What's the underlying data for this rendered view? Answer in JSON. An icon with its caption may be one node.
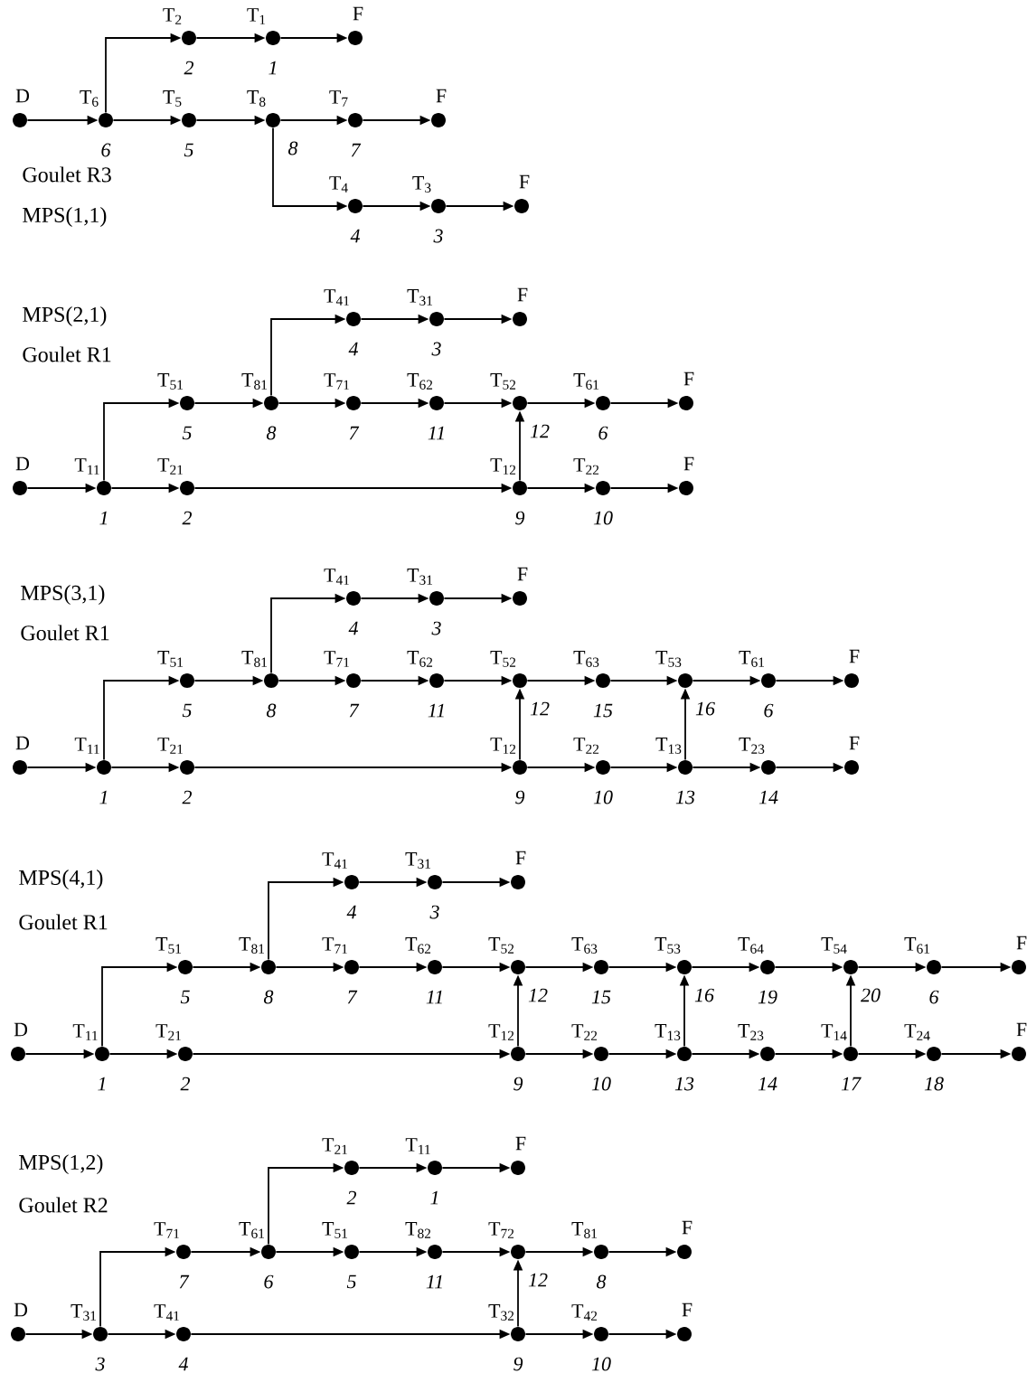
{
  "diagram": {
    "nodes": [
      {
        "text": [],
        "shape": "circle",
        "beside": [
          "D"
        ]
      },
      {
        "text": [],
        "shape": "circle",
        "beside": [
          "6"
        ]
      },
      {
        "text": [],
        "shape": "circle",
        "beside": [
          "2"
        ]
      },
      {
        "text": [],
        "shape": "circle",
        "beside": [
          "1"
        ]
      },
      {
        "text": [],
        "shape": "circle",
        "beside": [
          "F"
        ]
      },
      {
        "text": [],
        "shape": "circle",
        "beside": [
          "5"
        ]
      },
      {
        "text": [],
        "shape": "circle",
        "beside": [
          "8"
        ]
      },
      {
        "text": [],
        "shape": "circle",
        "beside": [
          "7"
        ]
      },
      {
        "text": [],
        "shape": "circle",
        "beside": [
          "F"
        ]
      },
      {
        "text": [],
        "shape": "circle",
        "beside": [
          "4"
        ]
      },
      {
        "text": [],
        "shape": "circle",
        "beside": [
          "3"
        ]
      },
      {
        "text": [],
        "shape": "circle",
        "beside": [
          "F"
        ]
      },
      {
        "text": [],
        "shape": "circle",
        "beside": [
          "D"
        ]
      },
      {
        "text": [],
        "shape": "circle",
        "beside": [
          "1"
        ]
      },
      {
        "text": [],
        "shape": "circle",
        "beside": [
          "2"
        ]
      },
      {
        "text": [],
        "shape": "circle",
        "beside": [
          "9"
        ]
      },
      {
        "text": [],
        "shape": "circle",
        "beside": [
          "10"
        ]
      },
      {
        "text": [],
        "shape": "circle",
        "beside": [
          "F"
        ]
      },
      {
        "text": [],
        "shape": "circle",
        "beside": [
          "5"
        ]
      },
      {
        "text": [],
        "shape": "circle",
        "beside": [
          "8"
        ]
      },
      {
        "text": [],
        "shape": "circle",
        "beside": [
          "7"
        ]
      },
      {
        "text": [],
        "shape": "circle",
        "beside": [
          "11"
        ]
      },
      {
        "text": [],
        "shape": "circle",
        "beside": [
          "12"
        ]
      },
      {
        "text": [],
        "shape": "circle",
        "beside": [
          "6"
        ]
      },
      {
        "text": [],
        "shape": "circle",
        "beside": [
          "F"
        ]
      },
      {
        "text": [],
        "shape": "circle",
        "beside": [
          "4"
        ]
      },
      {
        "text": [],
        "shape": "circle",
        "beside": [
          "3"
        ]
      },
      {
        "text": [],
        "shape": "circle",
        "beside": [
          "F"
        ]
      },
      {
        "text": [],
        "shape": "circle",
        "beside": [
          "D"
        ]
      },
      {
        "text": [],
        "shape": "circle",
        "beside": [
          "1"
        ]
      },
      {
        "text": [],
        "shape": "circle",
        "beside": [
          "2"
        ]
      },
      {
        "text": [],
        "shape": "circle",
        "beside": [
          "9"
        ]
      },
      {
        "text": [],
        "shape": "circle",
        "beside": [
          "10"
        ]
      },
      {
        "text": [],
        "shape": "circle",
        "beside": [
          "13"
        ]
      },
      {
        "text": [],
        "shape": "circle",
        "beside": [
          "14"
        ]
      },
      {
        "text": [],
        "shape": "circle",
        "beside": [
          "F"
        ]
      },
      {
        "text": [],
        "shape": "circle",
        "beside": [
          "5"
        ]
      },
      {
        "text": [],
        "shape": "circle",
        "beside": [
          "8"
        ]
      },
      {
        "text": [],
        "shape": "circle",
        "beside": [
          "7"
        ]
      },
      {
        "text": [],
        "shape": "circle",
        "beside": [
          "11"
        ]
      },
      {
        "text": [],
        "shape": "circle",
        "beside": [
          "12"
        ]
      },
      {
        "text": [],
        "shape": "circle",
        "beside": [
          "15"
        ]
      },
      {
        "text": [],
        "shape": "circle",
        "beside": [
          "16"
        ]
      },
      {
        "text": [],
        "shape": "circle",
        "beside": [
          "6"
        ]
      },
      {
        "text": [],
        "shape": "circle",
        "beside": [
          "F"
        ]
      },
      {
        "text": [],
        "shape": "circle",
        "beside": [
          "4"
        ]
      },
      {
        "text": [],
        "shape": "circle",
        "beside": [
          "3"
        ]
      },
      {
        "text": [],
        "shape": "circle",
        "beside": [
          "F"
        ]
      },
      {
        "text": [],
        "shape": "circle",
        "beside": [
          "D"
        ]
      },
      {
        "text": [],
        "shape": "circle",
        "beside": [
          "1"
        ]
      },
      {
        "text": [],
        "shape": "circle",
        "beside": [
          "2"
        ]
      },
      {
        "text": [],
        "shape": "circle",
        "beside": [
          "9"
        ]
      },
      {
        "text": [],
        "shape": "circle",
        "beside": [
          "10"
        ]
      },
      {
        "text": [],
        "shape": "circle",
        "beside": [
          "13"
        ]
      },
      {
        "text": [],
        "shape": "circle",
        "beside": [
          "14"
        ]
      },
      {
        "text": [],
        "shape": "circle",
        "beside": [
          "17"
        ]
      },
      {
        "text": [],
        "shape": "circle",
        "beside": [
          "18"
        ]
      },
      {
        "text": [],
        "shape": "circle",
        "beside": [
          "F"
        ]
      },
      {
        "text": [],
        "shape": "circle",
        "beside": [
          "5"
        ]
      },
      {
        "text": [],
        "shape": "circle",
        "beside": [
          "8"
        ]
      },
      {
        "text": [],
        "shape": "circle",
        "beside": [
          "7"
        ]
      },
      {
        "text": [],
        "shape": "circle",
        "beside": [
          "11"
        ]
      },
      {
        "text": [],
        "shape": "circle",
        "beside": [
          "12"
        ]
      },
      {
        "text": [],
        "shape": "circle",
        "beside": [
          "15"
        ]
      },
      {
        "text": [],
        "shape": "circle",
        "beside": [
          "16"
        ]
      },
      {
        "text": [],
        "shape": "circle",
        "beside": [
          "19"
        ]
      },
      {
        "text": [],
        "shape": "circle",
        "beside": [
          "20"
        ]
      },
      {
        "text": [],
        "shape": "circle",
        "beside": [
          "6"
        ]
      },
      {
        "text": [],
        "shape": "circle",
        "beside": [
          "F"
        ]
      },
      {
        "text": [],
        "shape": "circle",
        "beside": [
          "4"
        ]
      },
      {
        "text": [],
        "shape": "circle",
        "beside": [
          "3"
        ]
      },
      {
        "text": [],
        "shape": "circle",
        "beside": [
          "F"
        ]
      },
      {
        "text": [],
        "shape": "circle",
        "beside": [
          "D"
        ]
      },
      {
        "text": [],
        "shape": "circle",
        "beside": [
          "3"
        ]
      },
      {
        "text": [],
        "shape": "circle",
        "beside": [
          "4"
        ]
      },
      {
        "text": [],
        "shape": "circle",
        "beside": [
          "9"
        ]
      },
      {
        "text": [],
        "shape": "circle",
        "beside": [
          "10"
        ]
      },
      {
        "text": [],
        "shape": "circle",
        "beside": [
          "F"
        ]
      },
      {
        "text": [],
        "shape": "circle",
        "beside": [
          "7"
        ]
      },
      {
        "text": [],
        "shape": "circle",
        "beside": [
          "6"
        ]
      },
      {
        "text": [],
        "shape": "circle",
        "beside": [
          "5"
        ]
      },
      {
        "text": [],
        "shape": "circle",
        "beside": [
          "11"
        ]
      },
      {
        "text": [],
        "shape": "circle",
        "beside": [
          "12"
        ]
      },
      {
        "text": [],
        "shape": "circle",
        "beside": [
          "8"
        ]
      },
      {
        "text": [],
        "shape": "circle",
        "beside": [
          "F"
        ]
      },
      {
        "text": [],
        "shape": "circle",
        "beside": [
          "2"
        ]
      },
      {
        "text": [],
        "shape": "circle",
        "beside": [
          "1"
        ]
      },
      {
        "text": [],
        "shape": "circle",
        "beside": [
          "F"
        ]
      }
    ],
    "edges": [
      {
        "from": 0,
        "to": 1,
        "arrow": "to",
        "label": "T$_{6}$"
      },
      {
        "from": 1,
        "to": 2,
        "arrow": "to",
        "label": "T$_{2}$"
      },
      {
        "from": 2,
        "to": 3,
        "arrow": "to",
        "label": "T$_{1}$"
      },
      {
        "from": 3,
        "to": 4,
        "arrow": "to"
      },
      {
        "from": 1,
        "to": 5,
        "arrow": "to",
        "label": "T$_{5}$"
      },
      {
        "from": 5,
        "to": 6,
        "arrow": "to",
        "label": "T$_{8}$"
      },
      {
        "from": 6,
        "to": 7,
        "arrow": "to",
        "label": "T$_{7}$"
      },
      {
        "from": 7,
        "to": 8,
        "arrow": "to"
      },
      {
        "from": 6,
        "to": 9,
        "arrow": "to",
        "label": "T$_{4}$"
      },
      {
        "from": 9,
        "to": 10,
        "arrow": "to",
        "label": "T$_{3}$"
      },
      {
        "from": 10,
        "to": 11,
        "arrow": "to"
      },
      {
        "from": 12,
        "to": 13,
        "arrow": "to",
        "label": "T$_{11}$"
      },
      {
        "from": 13,
        "to": 14,
        "arrow": "to",
        "label": "T$_{21}$"
      },
      {
        "from": 14,
        "to": 15,
        "arrow": "to",
        "label": "T$_{12}$"
      },
      {
        "from": 15,
        "to": 16,
        "arrow": "to",
        "label": "T$_{22}$"
      },
      {
        "from": 16,
        "to": 17,
        "arrow": "to"
      },
      {
        "from": 13,
        "to": 18,
        "arrow": "to",
        "label": "T$_{51}$"
      },
      {
        "from": 18,
        "to": 19,
        "arrow": "to",
        "label": "T$_{81}$"
      },
      {
        "from": 19,
        "to": 20,
        "arrow": "to",
        "label": "T$_{71}$"
      },
      {
        "from": 20,
        "to": 21,
        "arrow": "to",
        "label": "T$_{62}$"
      },
      {
        "from": 21,
        "to": 22,
        "arrow": "to",
        "label": "T$_{52}$"
      },
      {
        "from": 22,
        "to": 23,
        "arrow": "to",
        "label": "T$_{61}$"
      },
      {
        "from": 23,
        "to": 24,
        "arrow": "to"
      },
      {
        "from": 19,
        "to": 25,
        "arrow": "to",
        "label": "T$_{41}$"
      },
      {
        "from": 25,
        "to": 26,
        "arrow": "to",
        "label": "T$_{31}$"
      },
      {
        "from": 26,
        "to": 27,
        "arrow": "to"
      },
      {
        "from": 15,
        "to": 22,
        "arrow": "to"
      },
      {
        "from": 28,
        "to": 29,
        "arrow": "to",
        "label": "T$_{11}$"
      },
      {
        "from": 29,
        "to": 30,
        "arrow": "to",
        "label": "T$_{21}$"
      },
      {
        "from": 30,
        "to": 31,
        "arrow": "to",
        "label": "T$_{12}$"
      },
      {
        "from": 31,
        "to": 32,
        "arrow": "to",
        "label": "T$_{22}$"
      },
      {
        "from": 32,
        "to": 33,
        "arrow": "to",
        "label": "T$_{13}$"
      },
      {
        "from": 33,
        "to": 34,
        "arrow": "to",
        "label": "T$_{23}$"
      },
      {
        "from": 34,
        "to": 35,
        "arrow": "to"
      },
      {
        "from": 29,
        "to": 36,
        "arrow": "to",
        "label": "T$_{51}$"
      },
      {
        "from": 36,
        "to": 37,
        "arrow": "to",
        "label": "T$_{81}$"
      },
      {
        "from": 37,
        "to": 38,
        "arrow": "to",
        "label": "T$_{71}$"
      },
      {
        "from": 38,
        "to": 39,
        "arrow": "to",
        "label": "T$_{62}$"
      },
      {
        "from": 39,
        "to": 40,
        "arrow": "to",
        "label": "T$_{52}$"
      },
      {
        "from": 40,
        "to": 41,
        "arrow": "to",
        "label": "T$_{63}$"
      },
      {
        "from": 41,
        "to": 42,
        "arrow": "to",
        "label": "T$_{53}$"
      },
      {
        "from": 42,
        "to": 43,
        "arrow": "to",
        "label": "T$_{61}$"
      },
      {
        "from": 43,
        "to": 44,
        "arrow": "to"
      },
      {
        "from": 37,
        "to": 45,
        "arrow": "to",
        "label": "T$_{41}$"
      },
      {
        "from": 45,
        "to": 46,
        "arrow": "to",
        "label": "T$_{31}$"
      },
      {
        "from": 46,
        "to": 47,
        "arrow": "to"
      },
      {
        "from": 31,
        "to": 40,
        "arrow": "to"
      },
      {
        "from": 33,
        "to": 42,
        "arrow": "to"
      },
      {
        "from": 48,
        "to": 49,
        "arrow": "to",
        "label": "T$_{11}$"
      },
      {
        "from": 49,
        "to": 50,
        "arrow": "to",
        "label": "T$_{21}$"
      },
      {
        "from": 50,
        "to": 51,
        "arrow": "to",
        "label": "T$_{12}$"
      },
      {
        "from": 51,
        "to": 52,
        "arrow": "to",
        "label": "T$_{22}$"
      },
      {
        "from": 52,
        "to": 53,
        "arrow": "to",
        "label": "T$_{13}$"
      },
      {
        "from": 53,
        "to": 54,
        "arrow": "to",
        "label": "T$_{23}$"
      },
      {
        "from": 54,
        "to": 55,
        "arrow": "to",
        "label": "T$_{14}$"
      },
      {
        "from": 55,
        "to": 56,
        "arrow": "to",
        "label": "T$_{24}$"
      },
      {
        "from": 56,
        "to": 57,
        "arrow": "to"
      },
      {
        "from": 49,
        "to": 58,
        "arrow": "to",
        "label": "T$_{51}$"
      },
      {
        "from": 58,
        "to": 59,
        "arrow": "to",
        "label": "T$_{81}$"
      },
      {
        "from": 59,
        "to": 60,
        "arrow": "to",
        "label": "T$_{71}$"
      },
      {
        "from": 60,
        "to": 61,
        "arrow": "to",
        "label": "T$_{62}$"
      },
      {
        "from": 61,
        "to": 62,
        "arrow": "to",
        "label": "T$_{52}$"
      },
      {
        "from": 62,
        "to": 63,
        "arrow": "to",
        "label": "T$_{63}$"
      },
      {
        "from": 63,
        "to": 64,
        "arrow": "to",
        "label": "T$_{53}$"
      },
      {
        "from": 64,
        "to": 65,
        "arrow": "to",
        "label": "T$_{64}$"
      },
      {
        "from": 65,
        "to": 66,
        "arrow": "to",
        "label": "T$_{54}$"
      },
      {
        "from": 66,
        "to": 67,
        "arrow": "to",
        "label": "T$_{61}$"
      },
      {
        "from": 67,
        "to": 68,
        "arrow": "to"
      },
      {
        "from": 59,
        "to": 69,
        "arrow": "to",
        "label": "T$_{41}$"
      },
      {
        "from": 69,
        "to": 70,
        "arrow": "to",
        "label": "T$_{31}$"
      },
      {
        "from": 70,
        "to": 71,
        "arrow": "to"
      },
      {
        "from": 51,
        "to": 62,
        "arrow": "to"
      },
      {
        "from": 53,
        "to": 64,
        "arrow": "to"
      },
      {
        "from": 55,
        "to": 66,
        "arrow": "to"
      },
      {
        "from": 72,
        "to": 73,
        "arrow": "to",
        "label": "T$_{31}$"
      },
      {
        "from": 73,
        "to": 74,
        "arrow": "to",
        "label": "T$_{41}$"
      },
      {
        "from": 74,
        "to": 75,
        "arrow": "to",
        "label": "T$_{32}$"
      },
      {
        "from": 75,
        "to": 76,
        "arrow": "to",
        "label": "T$_{42}$"
      },
      {
        "from": 76,
        "to": 77,
        "arrow": "to"
      },
      {
        "from": 73,
        "to": 78,
        "arrow": "to",
        "label": "T$_{71}$"
      },
      {
        "from": 78,
        "to": 79,
        "arrow": "to",
        "label": "T$_{61}$"
      },
      {
        "from": 79,
        "to": 80,
        "arrow": "to",
        "label": "T$_{51}$"
      },
      {
        "from": 80,
        "to": 81,
        "arrow": "to",
        "label": "T$_{82}$"
      },
      {
        "from": 81,
        "to": 82,
        "arrow": "to",
        "label": "T$_{72}$"
      },
      {
        "from": 82,
        "to": 83,
        "arrow": "to",
        "label": "T$_{81}$"
      },
      {
        "from": 83,
        "to": 84,
        "arrow": "to"
      },
      {
        "from": 79,
        "to": 85,
        "arrow": "to",
        "label": "T$_{21}$"
      },
      {
        "from": 85,
        "to": 86,
        "arrow": "to",
        "label": "T$_{11}$"
      },
      {
        "from": 86,
        "to": 87,
        "arrow": "to"
      },
      {
        "from": 75,
        "to": 82,
        "arrow": "to"
      }
    ],
    "labels": [
      "Goulet R3",
      "MPS(1,1)",
      "MPS(2,1)",
      "Goulet R1",
      "MPS(3,1)",
      "Goulet R1",
      "MPS(4,1)",
      "Goulet R1",
      "MPS(1,2)",
      "Goulet R2"
    ]
  }
}
